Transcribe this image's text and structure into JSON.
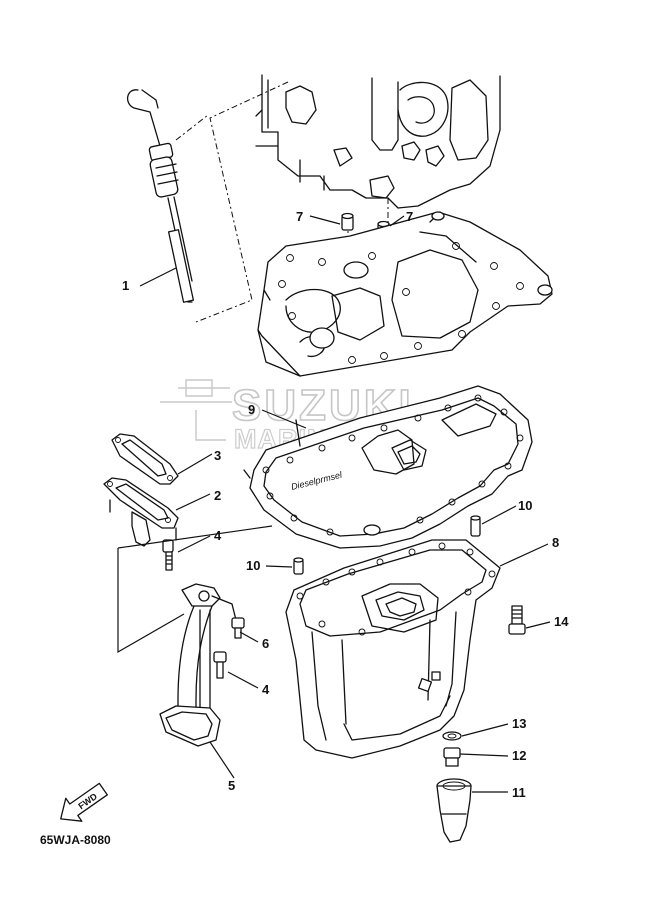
{
  "diagram": {
    "code": "65WJA-8080",
    "fwd_badge": "FWD",
    "watermark": {
      "brand": "SUZUKI",
      "subtitle": "MARINE PARTS"
    },
    "gasket_marking": "Dieselprmsel",
    "part_callouts": [
      {
        "id": "c1",
        "label": "1",
        "part": "dipstick"
      },
      {
        "id": "c2",
        "label": "2",
        "part": "oil-strainer-flange"
      },
      {
        "id": "c3",
        "label": "3",
        "part": "strainer-gasket"
      },
      {
        "id": "c4a",
        "label": "4",
        "part": "bolt"
      },
      {
        "id": "c4b",
        "label": "4",
        "part": "bolt"
      },
      {
        "id": "c5",
        "label": "5",
        "part": "oil-strainer"
      },
      {
        "id": "c6",
        "label": "6",
        "part": "bolt"
      },
      {
        "id": "c7a",
        "label": "7",
        "part": "dowel-pin"
      },
      {
        "id": "c7b",
        "label": "7",
        "part": "dowel-pin"
      },
      {
        "id": "c8",
        "label": "8",
        "part": "oil-pan"
      },
      {
        "id": "c9",
        "label": "9",
        "part": "oil-pan-gasket"
      },
      {
        "id": "c10a",
        "label": "10",
        "part": "dowel-pin"
      },
      {
        "id": "c10b",
        "label": "10",
        "part": "dowel-pin"
      },
      {
        "id": "c11",
        "label": "11",
        "part": "drain-hose-adapter"
      },
      {
        "id": "c12",
        "label": "12",
        "part": "drain-plug"
      },
      {
        "id": "c13",
        "label": "13",
        "part": "drain-gasket"
      },
      {
        "id": "c14",
        "label": "14",
        "part": "bolt"
      }
    ]
  }
}
